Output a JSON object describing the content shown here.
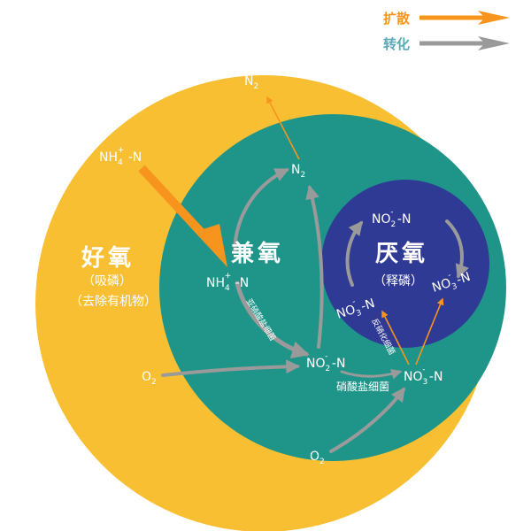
{
  "legend": {
    "diffusion_label": "扩散",
    "transform_label": "转化",
    "diffusion_color": "#f7941d",
    "transform_color": "#999999"
  },
  "colors": {
    "aerobic": "#f8bf33",
    "facultative": "#1f958a",
    "anaerobic": "#2f3a95",
    "label": "#ffffff"
  },
  "zones": {
    "aerobic": {
      "title": "好氧",
      "sub1": "（吸磷）",
      "sub2": "（去除有机物）"
    },
    "facultative": {
      "title": "兼氧"
    },
    "anaerobic": {
      "title": "厌氧",
      "sub1": "（释磷）"
    }
  },
  "nodes": {
    "n2_top": {
      "base": "N",
      "sub": "2"
    },
    "n2_mid": {
      "base": "N",
      "sub": "2"
    },
    "nh4_outer": {
      "base": "NH",
      "sub": "4",
      "sup": "+",
      "suffix": " -N"
    },
    "nh4_inner": {
      "base": "NH",
      "sub": "4",
      "sup": "+",
      "suffix": " -N"
    },
    "no2_mid": {
      "base": "NO",
      "sub": "2",
      "sup": "-",
      "suffix": " -N"
    },
    "no2_anoxic": {
      "base": "NO",
      "sub": "2",
      "sup": "-",
      "suffix": " -N"
    },
    "no3_left": {
      "base": "NO",
      "sub": "3",
      "sup": "-",
      "suffix": " -N"
    },
    "no3_right": {
      "base": "NO",
      "sub": "3",
      "sup": "-",
      "suffix": " -N"
    },
    "no3_bottom": {
      "base": "NO",
      "sub": "3",
      "sup": "-",
      "suffix": " -N"
    },
    "o2_left": {
      "base": "O",
      "sub": "2"
    },
    "o2_bottom": {
      "base": "O",
      "sub": "2"
    }
  },
  "bacteria": {
    "nitrite": "亚硝酸盐细菌",
    "nitrate": "硝酸盐细菌",
    "denitrifying": "反硝化细菌"
  }
}
